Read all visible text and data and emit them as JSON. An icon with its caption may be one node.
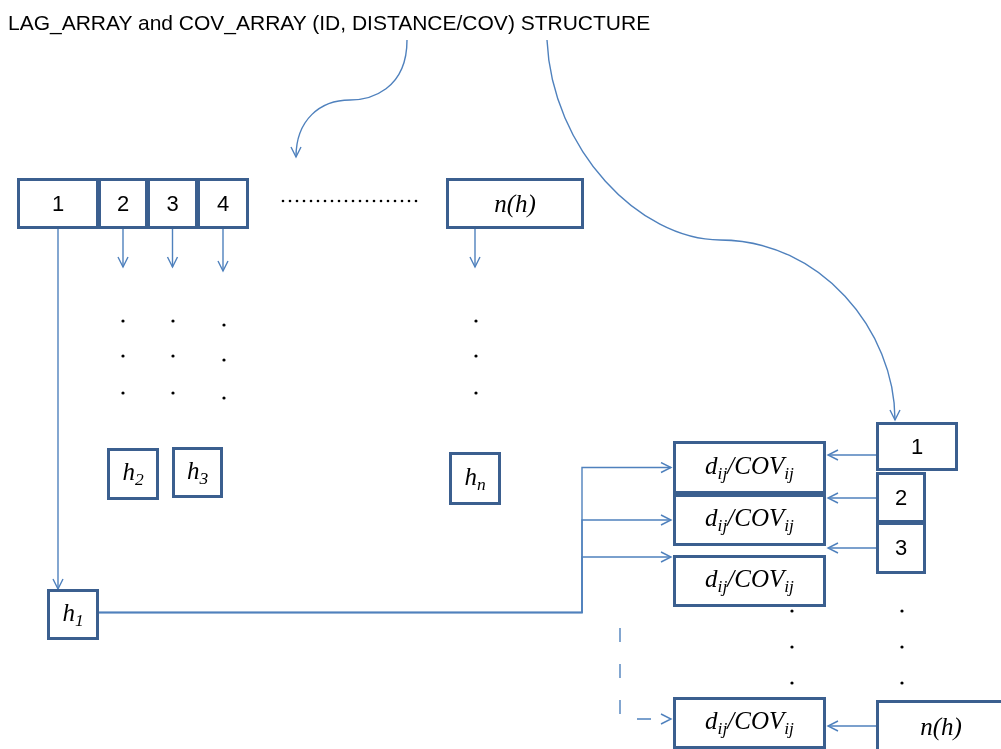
{
  "diagram": {
    "nodes": [
      {
        "text": [
          "LAG_ARRAY and COV_ARRAY (ID, DISTANCE/COV) STRUCTURE"
        ]
      },
      {
        "text": [
          "1"
        ]
      },
      {
        "text": [
          "2"
        ]
      },
      {
        "text": [
          "3"
        ]
      },
      {
        "text": [
          "4"
        ]
      },
      {
        "text": [
          "n(h)"
        ]
      },
      {
        "text": [
          "h$_{2}$"
        ]
      },
      {
        "text": [
          "h$_{3}$"
        ]
      },
      {
        "text": [
          "h$_{n}$"
        ]
      },
      {
        "text": [
          "h$_{1}$"
        ]
      },
      {
        "text": [
          "d$_{ij}$/COV$_{ij}$"
        ]
      },
      {
        "text": [
          "d$_{ij}$/COV$_{ij}$"
        ]
      },
      {
        "text": [
          "d$_{ij}$/COV$_{ij}$"
        ]
      },
      {
        "text": [
          "d$_{ij}$/COV$_{ij}$"
        ]
      },
      {
        "text": [
          "1"
        ]
      },
      {
        "text": [
          "2"
        ]
      },
      {
        "text": [
          "3"
        ]
      },
      {
        "text": [
          "n(h)"
        ]
      }
    ],
    "edges": [
      {
        "from": 0,
        "to": null,
        "arrow": "to"
      },
      {
        "from": 0,
        "to": 14,
        "arrow": "to"
      },
      {
        "from": 2,
        "to": null,
        "arrow": "to"
      },
      {
        "from": 3,
        "to": null,
        "arrow": "to"
      },
      {
        "from": 4,
        "to": null,
        "arrow": "to"
      },
      {
        "from": 5,
        "to": null,
        "arrow": "to"
      },
      {
        "from": 1,
        "to": 9,
        "arrow": "to"
      },
      {
        "from": 9,
        "to": 10,
        "arrow": "to"
      },
      {
        "from": 9,
        "to": 11,
        "arrow": "to"
      },
      {
        "from": 9,
        "to": 12,
        "arrow": "to"
      },
      {
        "from": null,
        "to": 13,
        "arrow": "to",
        "style": "dashed"
      },
      {
        "from": 14,
        "to": 10,
        "arrow": "to"
      },
      {
        "from": 15,
        "to": 11,
        "arrow": "to"
      },
      {
        "from": 16,
        "to": 12,
        "arrow": "to"
      },
      {
        "from": 17,
        "to": 13,
        "arrow": "to"
      }
    ]
  }
}
